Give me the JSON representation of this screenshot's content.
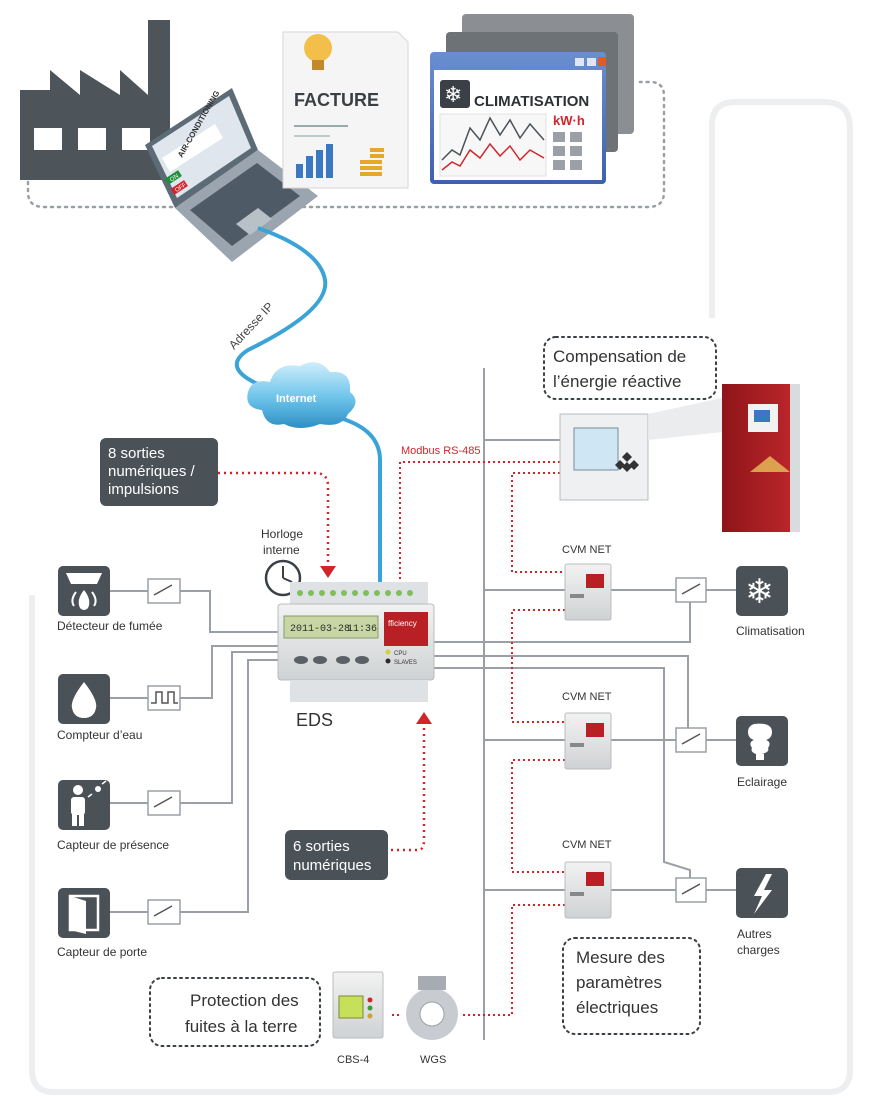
{
  "windows": {
    "invoice_title": "FACTURE",
    "hvac_title": "CLIMATISATION",
    "hvac_unit": "kW·h"
  },
  "laptop": {
    "screen_title": "AIR-CONDITIONING",
    "on_label": "ON",
    "off_label": "OFF"
  },
  "network": {
    "ip_label": "Adresse IP",
    "internet_label": "Internet",
    "modbus_label": "Modbus RS-485"
  },
  "callouts": {
    "digital_outputs": [
      "8 sorties",
      "numériques /",
      "impulsions"
    ],
    "six_outputs": [
      "6 sorties",
      "numériques"
    ],
    "compensation": [
      "Compensation de",
      "l’énergie réactive"
    ],
    "measurement": [
      "Mesure des",
      "paramètres",
      "électriques"
    ],
    "earth_leakage": [
      "Protection des",
      "fuites à la terre"
    ]
  },
  "eds": {
    "label": "EDS",
    "clock_label": [
      "Horloge",
      "interne"
    ],
    "display_date": "2011-03-28",
    "display_time": "11:36",
    "screen_brand": "fficiency",
    "cpu_label": "CPU",
    "slaves_label": "SLAVES"
  },
  "sensors": [
    {
      "label": "Détecteur de fumée",
      "icon": "smoke-detector-icon"
    },
    {
      "label": "Compteur d’eau",
      "icon": "water-drop-icon"
    },
    {
      "label": "Capteur de présence",
      "icon": "presence-sensor-icon"
    },
    {
      "label": "Capteur de porte",
      "icon": "door-icon"
    }
  ],
  "meters": [
    {
      "label": "CVM NET"
    },
    {
      "label": "CVM NET"
    },
    {
      "label": "CVM NET"
    }
  ],
  "loads": [
    {
      "label": [
        "Climatisation"
      ],
      "icon": "snowflake-icon"
    },
    {
      "label": [
        "Eclairage"
      ],
      "icon": "light-bulb-icon"
    },
    {
      "label": [
        "Autres",
        "charges"
      ],
      "icon": "lightning-icon"
    }
  ],
  "protection": {
    "cbs_label": "CBS-4",
    "wgs_label": "WGS"
  },
  "colors": {
    "dark_tile": "#4a5157",
    "signal_red": "#d0262b",
    "cable_blue": "#3aa3d8",
    "bus_gray": "#9aa0a5"
  }
}
